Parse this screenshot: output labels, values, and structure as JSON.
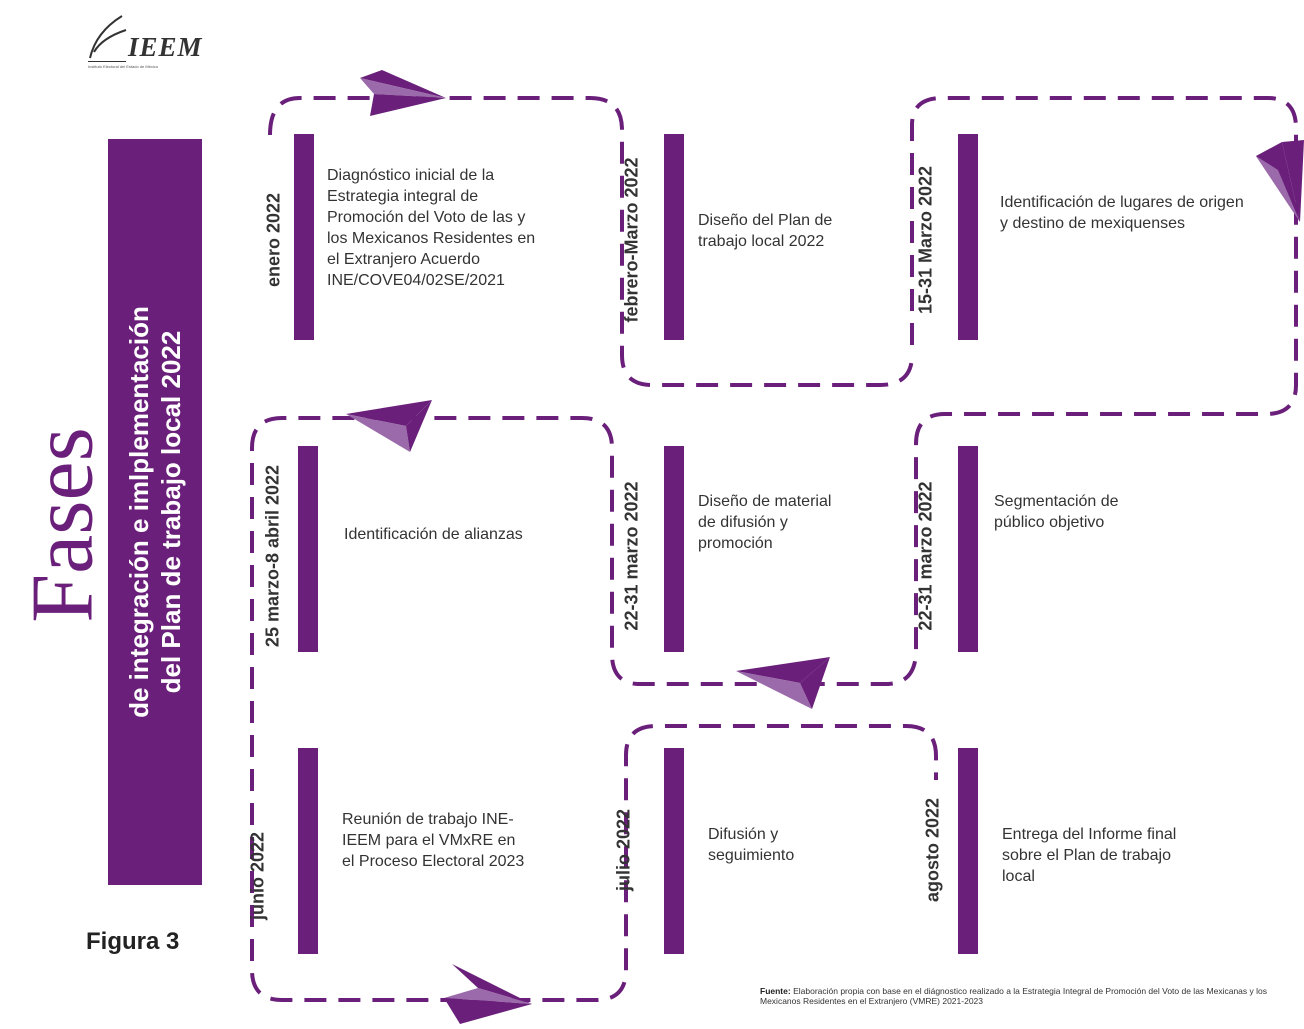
{
  "logo": {
    "text": "IEEM",
    "subtitle": "Instituto Electoral del Estado de México"
  },
  "title": {
    "main": "Fases",
    "line1": "de integración e imlplementación",
    "line2": "del Plan de trabajo local 2022"
  },
  "figure_label": "Figura 3",
  "source": {
    "label": "Fuente:",
    "text": "Elaboración propia con base en el  diágnostico realizado a la Estrategia Integral de Promoción del Voto de las Mexicanas y los Mexicanos Residentes en el Extranjero (VMRE) 2021-2023"
  },
  "phases": [
    {
      "date": "enero 2022",
      "text": "Diagnóstico inicial de la Estrategia integral de Promoción del Voto de las y los Mexicanos Residentes en el Extranjero Acuerdo INE/COVE04/02SE/2021"
    },
    {
      "date": "febrero-Marzo 2022",
      "text": "Diseño del Plan de trabajo local 2022"
    },
    {
      "date": "15-31 Marzo 2022",
      "text": "Identificación de lugares de origen y destino de mexiquenses"
    },
    {
      "date": "22-31 marzo 2022",
      "text": "Segmentación de público objetivo"
    },
    {
      "date": "22-31 marzo 2022",
      "text": "Diseño de material de difusión y promoción"
    },
    {
      "date": "25 marzo-8 abril 2022",
      "text": "Identificación de alianzas"
    },
    {
      "date": "junio 2022",
      "text": "Reunión de trabajo INE-IEEM para el VMxRE en el Proceso Electoral 2023"
    },
    {
      "date": "julio 2022",
      "text": "Difusión y seguimiento"
    },
    {
      "date": "agosto 2022",
      "text": "Entrega del Informe final sobre el Plan de trabajo local"
    }
  ],
  "colors": {
    "purple": "#6a1f7a",
    "light_purple": "#9b6aaa",
    "text": "#333333"
  }
}
